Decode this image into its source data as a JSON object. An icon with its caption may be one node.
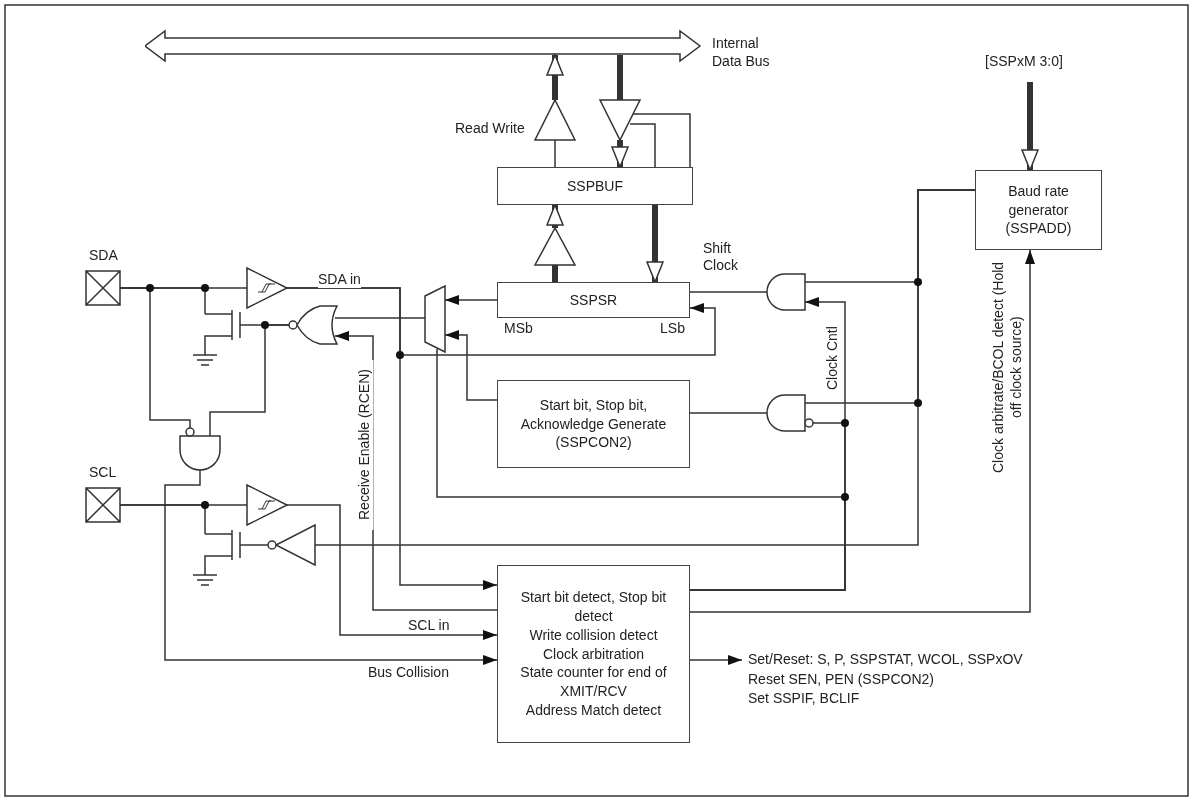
{
  "diagram": {
    "nodes": [
      {
        "text": [
          "SSPBUF"
        ]
      },
      {
        "text": [
          "SSPSR"
        ],
        "beside": [
          "MSb",
          "LSb"
        ]
      },
      {
        "text": [
          "Start bit, Stop bit, Acknowledge Generate (SSPCON2)"
        ]
      },
      {
        "text": [
          "Baud rate generator (SSPADD)"
        ]
      },
      {
        "text": [
          "Start bit detect, Stop bit detect",
          "Write collision detect",
          "Clock arbitration",
          "State counter for end of XMIT/RCV",
          "Address Match detect"
        ]
      },
      {
        "text": [
          "SDA"
        ]
      },
      {
        "text": [
          "SCL"
        ]
      },
      {
        "text": [
          "Internal Data Bus"
        ]
      },
      {
        "text": [
          "[SSPxM 3:0]"
        ]
      },
      {
        "text": [
          "Set/Reset: S, P, SSPSTAT, WCOL, SSPxOV",
          "Reset SEN, PEN (SSPCON2)",
          "Set SSPIF, BCLIF"
        ]
      },
      {
        "text": [],
        "shape": "triangle"
      },
      {
        "text": [],
        "shape": "gate"
      },
      {
        "text": [],
        "shape": "gate"
      },
      {
        "text": [],
        "shape": "triangle"
      },
      {
        "text": [],
        "shape": "triangle"
      },
      {
        "text": [],
        "shape": "transistor"
      },
      {
        "text": [],
        "shape": "transistor"
      },
      {
        "text": [],
        "shape": "gate"
      },
      {
        "text": [],
        "shape": "gate"
      },
      {
        "text": [],
        "shape": "trapezoid"
      },
      {
        "text": [],
        "shape": "triangle"
      },
      {
        "text": [],
        "shape": "triangle"
      },
      {
        "text": [],
        "shape": "triangle"
      }
    ],
    "edges": [
      {
        "from": 0,
        "to": 20,
        "arrow": "none"
      },
      {
        "from": 20,
        "to": 7,
        "arrow": "to",
        "style": "thick"
      },
      {
        "from": 7,
        "to": 21,
        "arrow": "none",
        "style": "thick"
      },
      {
        "from": 21,
        "to": 0,
        "arrow": "to",
        "style": "thick"
      },
      {
        "from": 1,
        "to": 22,
        "arrow": "none",
        "style": "thick"
      },
      {
        "from": 22,
        "to": 0,
        "arrow": "to",
        "style": "thick"
      },
      {
        "from": 0,
        "to": 1,
        "arrow": "to",
        "style": "thick"
      },
      {
        "from": 1,
        "to": 19,
        "arrow": "to"
      },
      {
        "from": 2,
        "to": 19,
        "arrow": "to"
      },
      {
        "from": 19,
        "to": 11,
        "arrow": "none"
      },
      {
        "from": 11,
        "to": 15,
        "arrow": "none"
      },
      {
        "from": 15,
        "to": 5,
        "arrow": "none"
      },
      {
        "from": 5,
        "to": 10,
        "arrow": "none"
      },
      {
        "from": 10,
        "to": 4,
        "arrow": "to",
        "label": "SDA in"
      },
      {
        "from": 10,
        "to": 1,
        "arrow": "to"
      },
      {
        "from": 5,
        "to": 12,
        "arrow": "none"
      },
      {
        "from": 11,
        "to": 12,
        "arrow": "none"
      },
      {
        "from": 12,
        "to": 4,
        "arrow": "to",
        "label": "Bus Collision"
      },
      {
        "from": 4,
        "to": 11,
        "arrow": "to",
        "label": "Receive Enable (RCEN)"
      },
      {
        "from": 6,
        "to": 13,
        "arrow": "none"
      },
      {
        "from": 13,
        "to": 4,
        "arrow": "to",
        "label": "SCL in"
      },
      {
        "from": 14,
        "to": 16,
        "arrow": "none"
      },
      {
        "from": 16,
        "to": 6,
        "arrow": "none"
      },
      {
        "from": 3,
        "to": 14,
        "arrow": "none"
      },
      {
        "from": 3,
        "to": 17,
        "arrow": "none"
      },
      {
        "from": 17,
        "to": 1,
        "arrow": "none",
        "label": "Shift Clock"
      },
      {
        "from": 3,
        "to": 18,
        "arrow": "none"
      },
      {
        "from": 18,
        "to": 2,
        "arrow": "none"
      },
      {
        "from": 4,
        "to": 17,
        "arrow": "to",
        "label": "Clock Cntl"
      },
      {
        "from": 4,
        "to": 18,
        "arrow": "none"
      },
      {
        "from": 4,
        "to": 19,
        "arrow": "none"
      },
      {
        "from": 4,
        "to": 3,
        "arrow": "to",
        "label": "Clock arbitrate/BCOL detect (Hold off clock source)"
      },
      {
        "from": 8,
        "to": 3,
        "arrow": "to",
        "style": "thick"
      },
      {
        "from": 4,
        "to": 9,
        "arrow": "to"
      },
      {
        "from": 0,
        "to": 21,
        "arrow": "none"
      }
    ],
    "labels": [
      "Read Write"
    ]
  }
}
